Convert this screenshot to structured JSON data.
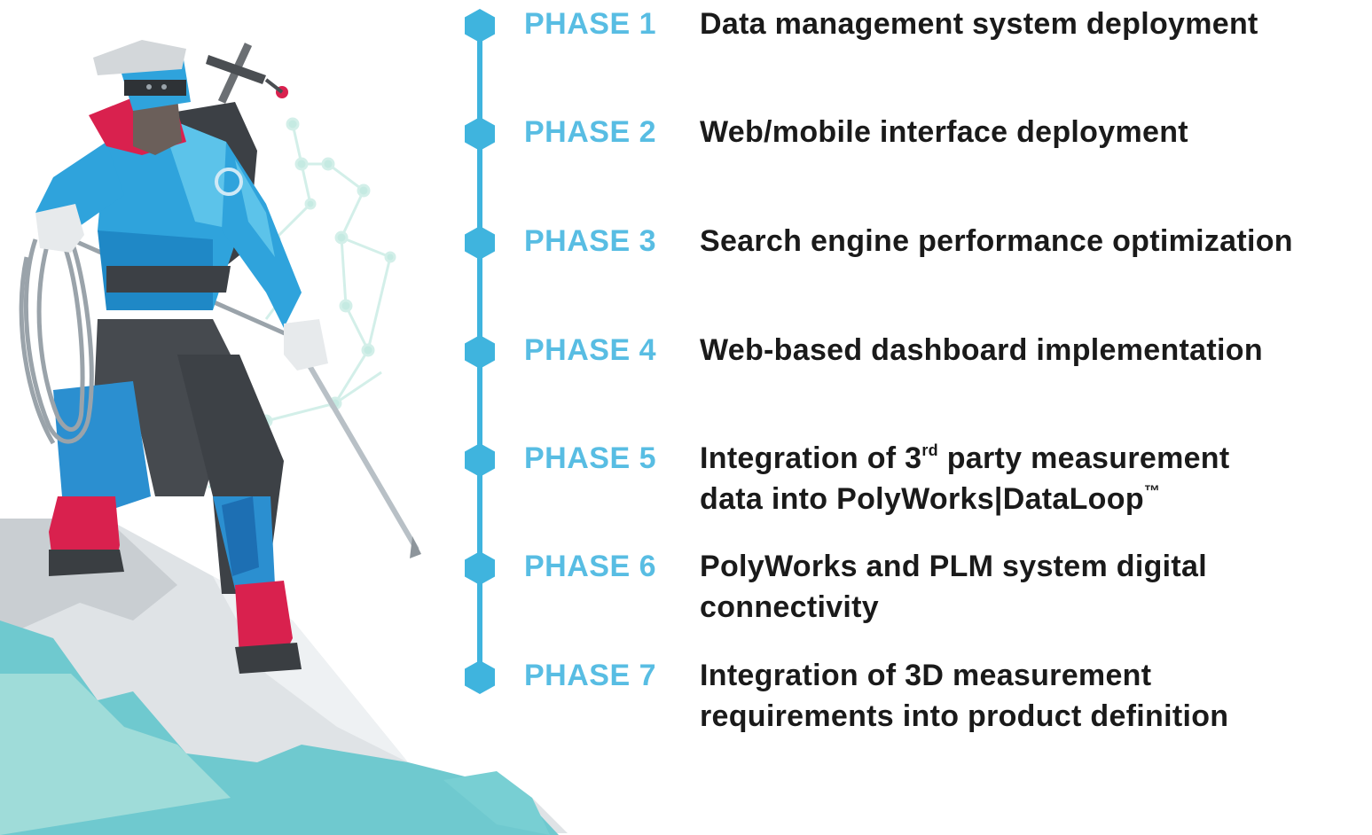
{
  "colors": {
    "accent": "#3fb4de",
    "label": "#58bde3",
    "text": "#1a1a1a"
  },
  "phases": [
    {
      "label": "PHASE 1",
      "lines": [
        "Data management system deployment"
      ]
    },
    {
      "label": "PHASE 2",
      "lines": [
        "Web/mobile interface deployment"
      ]
    },
    {
      "label": "PHASE 3",
      "lines": [
        "Search engine performance optimization"
      ]
    },
    {
      "label": "PHASE 4",
      "lines": [
        "Web-based dashboard implementation"
      ]
    },
    {
      "label": "PHASE 5",
      "lines": [
        "Integration of 3",
        "rd",
        " party measurement",
        "data into PolyWorks|DataLoop",
        "™"
      ]
    },
    {
      "label": "PHASE 6",
      "lines": [
        "PolyWorks and PLM system digital",
        "connectivity"
      ]
    },
    {
      "label": "PHASE 7",
      "lines": [
        "Integration of 3D measurement",
        "requirements into product definition"
      ]
    }
  ],
  "illustration": {
    "icon": "mountain-climber-illustration"
  }
}
